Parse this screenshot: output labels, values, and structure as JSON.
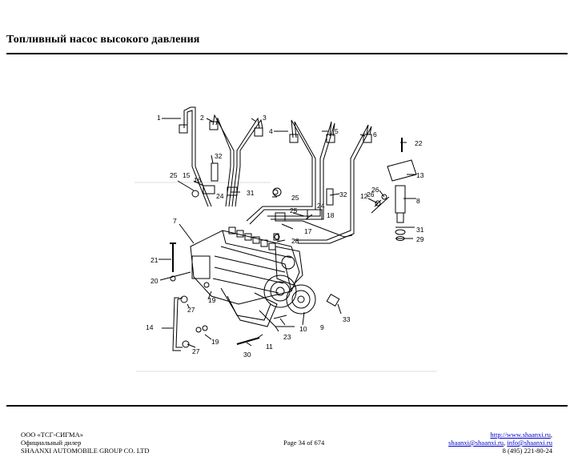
{
  "header": {
    "title": "Топливный насос высокого давления"
  },
  "diagram": {
    "callouts": [
      "1",
      "2",
      "3",
      "4",
      "5",
      "6",
      "7",
      "8",
      "10",
      "9",
      "11",
      "12",
      "13",
      "14",
      "15",
      "16",
      "17",
      "18",
      "19",
      "19",
      "20",
      "21",
      "22",
      "23",
      "24",
      "24",
      "25",
      "25",
      "25",
      "26",
      "26",
      "27",
      "27",
      "28",
      "29",
      "30",
      "31",
      "31",
      "32",
      "32",
      "33"
    ]
  },
  "footer": {
    "company": "ООО «ТСГ-СИГМА»",
    "dealer": "Официальный дилер",
    "group": "SHAANXI AUTOMOBILE GROUP CO. LTD",
    "page": "Page 34 of 674",
    "website": "http://www.shaanxi.ru",
    "website_suffix": ",",
    "email1": "shaanxi@shaanxi.ru",
    "email_sep": ", ",
    "email2": "info@shaanxi.ru",
    "phone": "8 (495) 221-80-24"
  }
}
